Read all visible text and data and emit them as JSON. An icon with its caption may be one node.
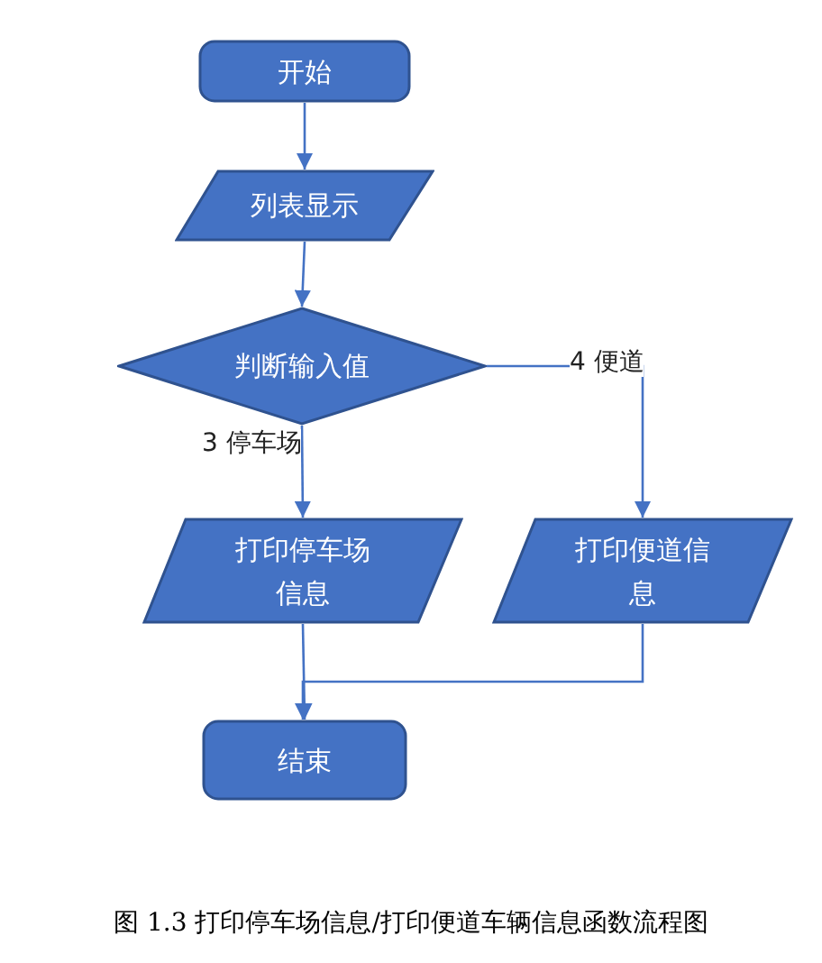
{
  "diagram": {
    "caption": "图 1.3 打印停车场信息/打印便道车辆信息函数流程图",
    "nodes": [
      {
        "text": [
          "开始"
        ]
      },
      {
        "text": [
          "列表显示"
        ]
      },
      {
        "text": [
          "判断输入值"
        ]
      },
      {
        "text": [
          "打印停车场信息"
        ]
      },
      {
        "text": [
          "打印便道信息"
        ]
      },
      {
        "text": [
          "结束"
        ]
      }
    ],
    "edges": [
      {
        "from": 0,
        "to": 1,
        "arrow": "to"
      },
      {
        "from": 1,
        "to": 2,
        "arrow": "to"
      },
      {
        "from": 2,
        "to": 3,
        "arrow": "to",
        "label": "3 停车场"
      },
      {
        "from": 2,
        "to": 4,
        "arrow": "to",
        "label": "4 便道"
      },
      {
        "from": 3,
        "to": 5,
        "arrow": "to"
      },
      {
        "from": 4,
        "to": 5,
        "arrow": "to"
      }
    ]
  }
}
